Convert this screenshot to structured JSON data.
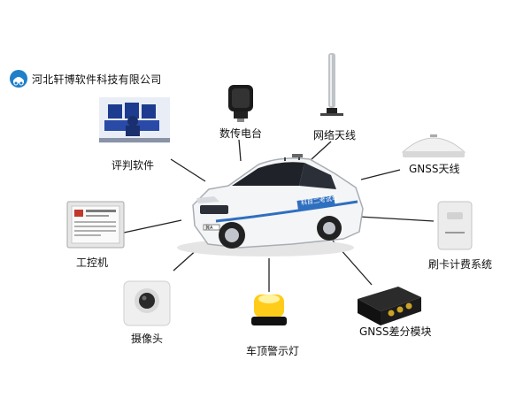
{
  "company": {
    "name": "河北轩博软件科技有限公司"
  },
  "car": {
    "door_text": "科目二考试车",
    "plate": "冀A"
  },
  "components": [
    {
      "id": "judge-software",
      "label": "评判软件",
      "icon": "monitor-desk-icon"
    },
    {
      "id": "digital-radio",
      "label": "数传电台",
      "icon": "radio-icon"
    },
    {
      "id": "network-antenna",
      "label": "网络天线",
      "icon": "antenna-icon"
    },
    {
      "id": "gnss-antenna",
      "label": "GNSS天线",
      "icon": "gnss-dome-icon"
    },
    {
      "id": "card-system",
      "label": "刷卡计费系统",
      "icon": "card-reader-icon"
    },
    {
      "id": "gnss-module",
      "label": "GNSS差分模块",
      "icon": "gnss-module-icon"
    },
    {
      "id": "warning-light",
      "label": "车顶警示灯",
      "icon": "warning-light-icon"
    },
    {
      "id": "camera",
      "label": "摄像头",
      "icon": "camera-icon"
    },
    {
      "id": "industrial-pc",
      "label": "工控机",
      "icon": "industrial-pc-icon"
    }
  ]
}
